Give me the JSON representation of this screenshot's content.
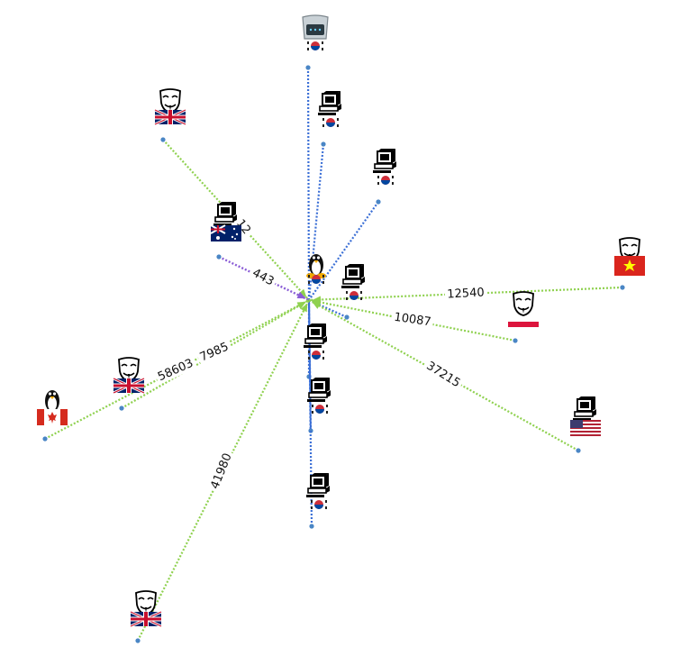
{
  "graph": {
    "center": {
      "id": "center-linux-host",
      "icon": "linux-penguin-icon",
      "flag": "kr"
    },
    "colors": {
      "tcp_edge": "#8fd14f",
      "local_edge": "#3b6fd6",
      "purple_edge": "#8a5cd6",
      "node_dot": "#4a86c5"
    },
    "nodes": [
      {
        "id": "router-top",
        "icon": "router-icon",
        "flag": "kr",
        "edge": "local",
        "label": ""
      },
      {
        "id": "host-kr-1",
        "icon": "computer-icon",
        "flag": "kr",
        "edge": "local",
        "label": ""
      },
      {
        "id": "host-kr-2",
        "icon": "computer-icon",
        "flag": "kr",
        "edge": "local",
        "label": ""
      },
      {
        "id": "host-kr-3",
        "icon": "computer-icon",
        "flag": "kr",
        "edge": "local",
        "label": ""
      },
      {
        "id": "host-kr-4",
        "icon": "computer-icon",
        "flag": "kr",
        "edge": "local",
        "label": ""
      },
      {
        "id": "host-kr-5",
        "icon": "computer-icon",
        "flag": "kr",
        "edge": "local",
        "label": ""
      },
      {
        "id": "host-kr-6",
        "icon": "computer-icon",
        "flag": "kr",
        "edge": "local",
        "label": ""
      },
      {
        "id": "attacker-uk-1",
        "icon": "anonymous-mask-icon",
        "flag": "uk",
        "edge": "tcp",
        "label": ""
      },
      {
        "id": "host-au",
        "icon": "computer-icon",
        "flag": "au",
        "edge": "purple",
        "label": "443"
      },
      {
        "id": "attacker-vn",
        "icon": "anonymous-mask-icon",
        "flag": "vn",
        "edge": "tcp",
        "label": "12540"
      },
      {
        "id": "attacker-pl",
        "icon": "anonymous-mask-icon",
        "flag": "pl",
        "edge": "tcp",
        "label": "10087"
      },
      {
        "id": "host-us",
        "icon": "computer-icon",
        "flag": "us",
        "edge": "tcp",
        "label": "37215"
      },
      {
        "id": "attacker-uk-2",
        "icon": "anonymous-mask-icon",
        "flag": "uk",
        "edge": "tcp",
        "label": "7985"
      },
      {
        "id": "linux-ca",
        "icon": "linux-penguin-icon",
        "flag": "ca",
        "edge": "tcp",
        "label": "58603"
      },
      {
        "id": "attacker-uk-3",
        "icon": "anonymous-mask-icon",
        "flag": "uk",
        "edge": "tcp",
        "label": "41980"
      }
    ],
    "extra_labels": [
      {
        "id": "partial-label-uk1",
        "text": "12"
      }
    ]
  }
}
